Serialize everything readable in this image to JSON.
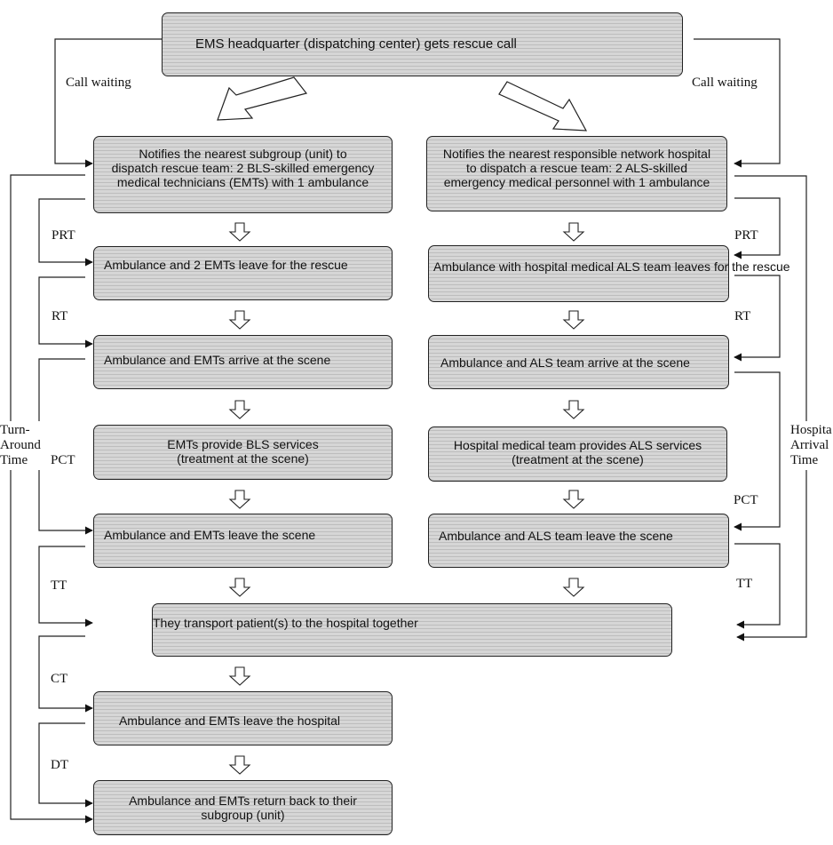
{
  "boxes": {
    "headquarter": "EMS headquarter (dispatching center) gets rescue call",
    "bls_notify": "Notifies the nearest subgroup (unit) to\ndispatch rescue team: 2 BLS-skilled emergency\nmedical technicians (EMTs) with 1 ambulance",
    "als_notify": "Notifies the nearest responsible network hospital\nto dispatch a rescue team:  2 ALS-skilled\nemergency medical personnel with 1 ambulance",
    "bls_leave_rescue": "Ambulance and 2 EMTs leave for the rescue",
    "als_leave_rescue": "Ambulance with hospital medical ALS team leaves for the rescue",
    "bls_arrive": "Ambulance and EMTs arrive at the scene",
    "als_arrive": "Ambulance and ALS team arrive at the scene",
    "bls_services": "EMTs provide BLS services\n(treatment at the scene)",
    "als_services": "Hospital medical team provides ALS services\n(treatment at the scene)",
    "bls_leave_scene": "Ambulance and EMTs leave the scene",
    "als_leave_scene": "Ambulance and ALS team leave the scene",
    "transport": "They transport patient(s) to the hospital together",
    "leave_hospital": "Ambulance and EMTs leave the hospital",
    "return": "Ambulance and EMTs return back to their\nsubgroup (unit)"
  },
  "labels": {
    "call_waiting_left": "Call waiting",
    "call_waiting_right": "Call waiting",
    "prt_left": "PRT",
    "prt_right": "PRT",
    "rt_left": "RT",
    "rt_right": "RT",
    "pct_left": "PCT",
    "pct_right": "PCT",
    "tt_left": "TT",
    "tt_right": "TT",
    "ct": "CT",
    "dt": "DT",
    "turn_around_time": "Turn-\nAround\nTime",
    "hospital_arrival_time": "Hospita\nArrival\nTime"
  }
}
